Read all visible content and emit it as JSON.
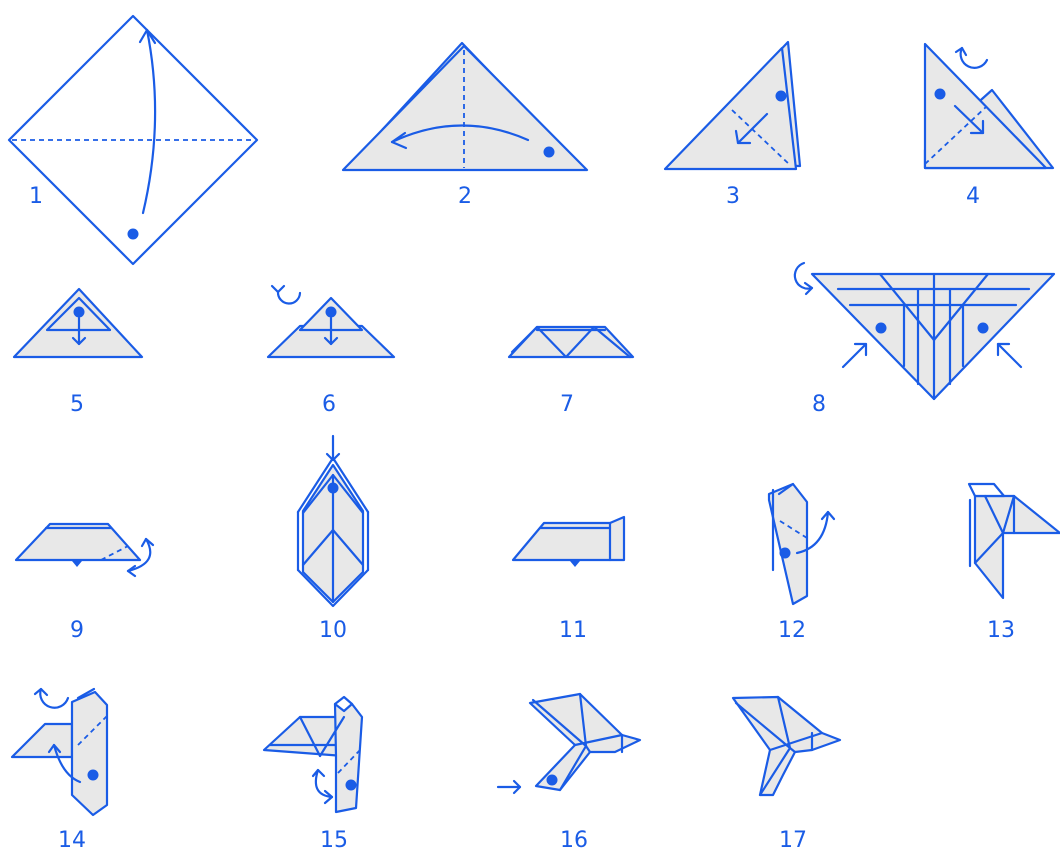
{
  "steps": [
    {
      "label": "1"
    },
    {
      "label": "2"
    },
    {
      "label": "3"
    },
    {
      "label": "4"
    },
    {
      "label": "5"
    },
    {
      "label": "6"
    },
    {
      "label": "7"
    },
    {
      "label": "8"
    },
    {
      "label": "9"
    },
    {
      "label": "10"
    },
    {
      "label": "11"
    },
    {
      "label": "12"
    },
    {
      "label": "13"
    },
    {
      "label": "14"
    },
    {
      "label": "15"
    },
    {
      "label": "16"
    },
    {
      "label": "17"
    }
  ],
  "colors": {
    "line": "#1a5ce6",
    "paper": "#e8e8e8",
    "background": "#ffffff"
  }
}
